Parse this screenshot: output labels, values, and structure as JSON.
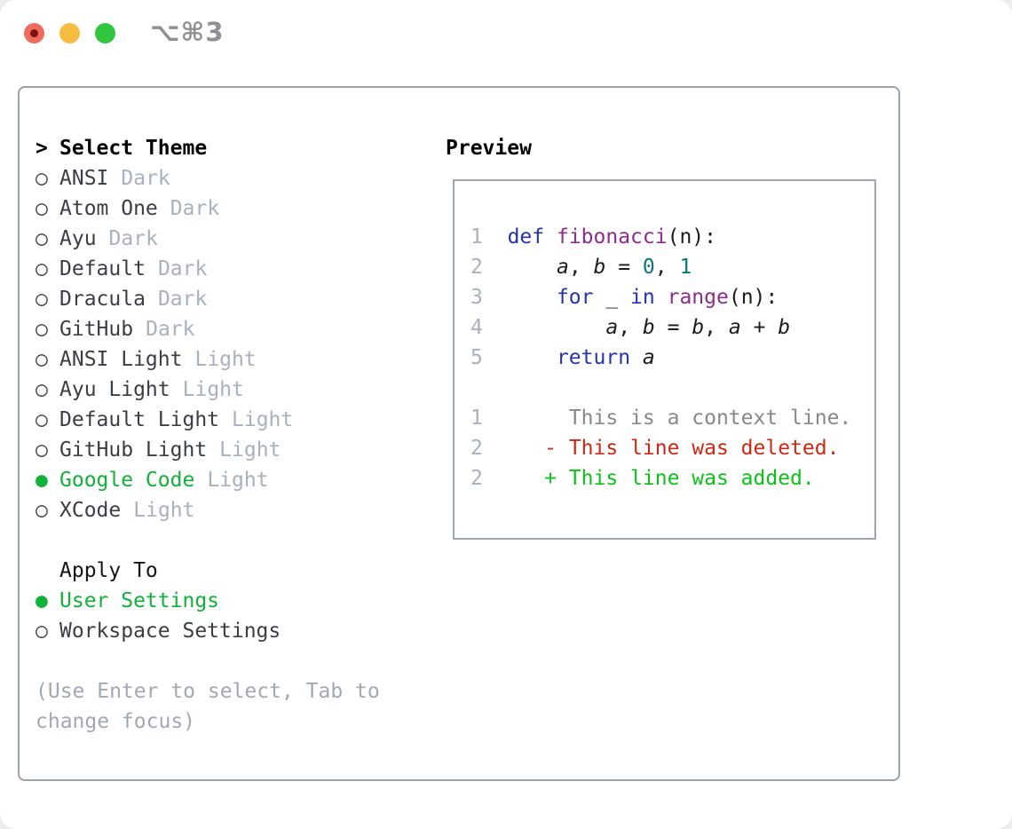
{
  "window": {
    "title": "⌥⌘3"
  },
  "traffic_lights": {
    "close_color": "#ef6b5f",
    "close_dot_color": "#7c140c",
    "minimize_color": "#f6bd41",
    "zoom_color": "#32c63e"
  },
  "glyphs": {
    "prompt": ">",
    "unselected": "○",
    "selected": "●"
  },
  "colors": {
    "selection_green": "#10b237",
    "keyword_blue": "#2433b0",
    "function_purple": "#8d2b8f",
    "number_teal": "#0b7680",
    "line_number_gray": "#a7b1bf",
    "context_gray": "#86888b",
    "diff_deleted_red": "#cf2713",
    "diff_added_green": "#0cc218",
    "panel_border": "#9aa2ac",
    "muted_tag_gray": "#a7b1bf"
  },
  "theme_picker": {
    "heading": "Select Theme",
    "themes": [
      {
        "name": "ANSI",
        "variant": "Dark",
        "selected": false
      },
      {
        "name": "Atom One",
        "variant": "Dark",
        "selected": false
      },
      {
        "name": "Ayu",
        "variant": "Dark",
        "selected": false
      },
      {
        "name": "Default",
        "variant": "Dark",
        "selected": false
      },
      {
        "name": "Dracula",
        "variant": "Dark",
        "selected": false
      },
      {
        "name": "GitHub",
        "variant": "Dark",
        "selected": false
      },
      {
        "name": "ANSI Light",
        "variant": "Light",
        "selected": false
      },
      {
        "name": "Ayu Light",
        "variant": "Light",
        "selected": false
      },
      {
        "name": "Default Light",
        "variant": "Light",
        "selected": false
      },
      {
        "name": "GitHub Light",
        "variant": "Light",
        "selected": false
      },
      {
        "name": "Google Code",
        "variant": "Light",
        "selected": true
      },
      {
        "name": "XCode",
        "variant": "Light",
        "selected": false
      }
    ],
    "apply_to": {
      "heading": "Apply To",
      "options": [
        {
          "name": "User Settings",
          "selected": true
        },
        {
          "name": "Workspace Settings",
          "selected": false
        }
      ]
    },
    "hint_lines": [
      "(Use Enter to select, Tab to",
      "change focus)"
    ]
  },
  "preview": {
    "heading": "Preview",
    "lines": [
      {
        "tokens": []
      },
      {
        "tokens": [
          {
            "c": "ln",
            "t": "1"
          },
          {
            "c": "pl",
            "t": "  "
          },
          {
            "c": "kw",
            "t": "def"
          },
          {
            "c": "pl",
            "t": " "
          },
          {
            "c": "fn",
            "t": "fibonacci"
          },
          {
            "c": "pl",
            "t": "(n):"
          }
        ]
      },
      {
        "tokens": [
          {
            "c": "ln",
            "t": "2"
          },
          {
            "c": "pl",
            "t": "      "
          },
          {
            "c": "va",
            "t": "a"
          },
          {
            "c": "pl",
            "t": ", "
          },
          {
            "c": "va",
            "t": "b"
          },
          {
            "c": "pl",
            "t": " = "
          },
          {
            "c": "nu",
            "t": "0"
          },
          {
            "c": "pl",
            "t": ", "
          },
          {
            "c": "nu",
            "t": "1"
          }
        ]
      },
      {
        "tokens": [
          {
            "c": "ln",
            "t": "3"
          },
          {
            "c": "pl",
            "t": "      "
          },
          {
            "c": "kw",
            "t": "for"
          },
          {
            "c": "pl",
            "t": " _ "
          },
          {
            "c": "kw",
            "t": "in"
          },
          {
            "c": "pl",
            "t": " "
          },
          {
            "c": "fn",
            "t": "range"
          },
          {
            "c": "pl",
            "t": "(n):"
          }
        ]
      },
      {
        "tokens": [
          {
            "c": "ln",
            "t": "4"
          },
          {
            "c": "pl",
            "t": "          "
          },
          {
            "c": "va",
            "t": "a"
          },
          {
            "c": "pl",
            "t": ", "
          },
          {
            "c": "va",
            "t": "b"
          },
          {
            "c": "pl",
            "t": " = "
          },
          {
            "c": "va",
            "t": "b"
          },
          {
            "c": "pl",
            "t": ", "
          },
          {
            "c": "va",
            "t": "a"
          },
          {
            "c": "pl",
            "t": " + "
          },
          {
            "c": "va",
            "t": "b"
          }
        ]
      },
      {
        "tokens": [
          {
            "c": "ln",
            "t": "5"
          },
          {
            "c": "pl",
            "t": "      "
          },
          {
            "c": "kw",
            "t": "return"
          },
          {
            "c": "pl",
            "t": " "
          },
          {
            "c": "va",
            "t": "a"
          }
        ]
      },
      {
        "tokens": []
      },
      {
        "tokens": [
          {
            "c": "ln",
            "t": "1"
          },
          {
            "c": "pl",
            "t": "       "
          },
          {
            "c": "ctx",
            "t": "This is a context line."
          }
        ]
      },
      {
        "tokens": [
          {
            "c": "ln",
            "t": "2"
          },
          {
            "c": "pl",
            "t": "     "
          },
          {
            "c": "del",
            "t": "- This line was deleted."
          }
        ]
      },
      {
        "tokens": [
          {
            "c": "ln",
            "t": "2"
          },
          {
            "c": "pl",
            "t": "     "
          },
          {
            "c": "add",
            "t": "+ This line was added."
          }
        ]
      }
    ]
  }
}
